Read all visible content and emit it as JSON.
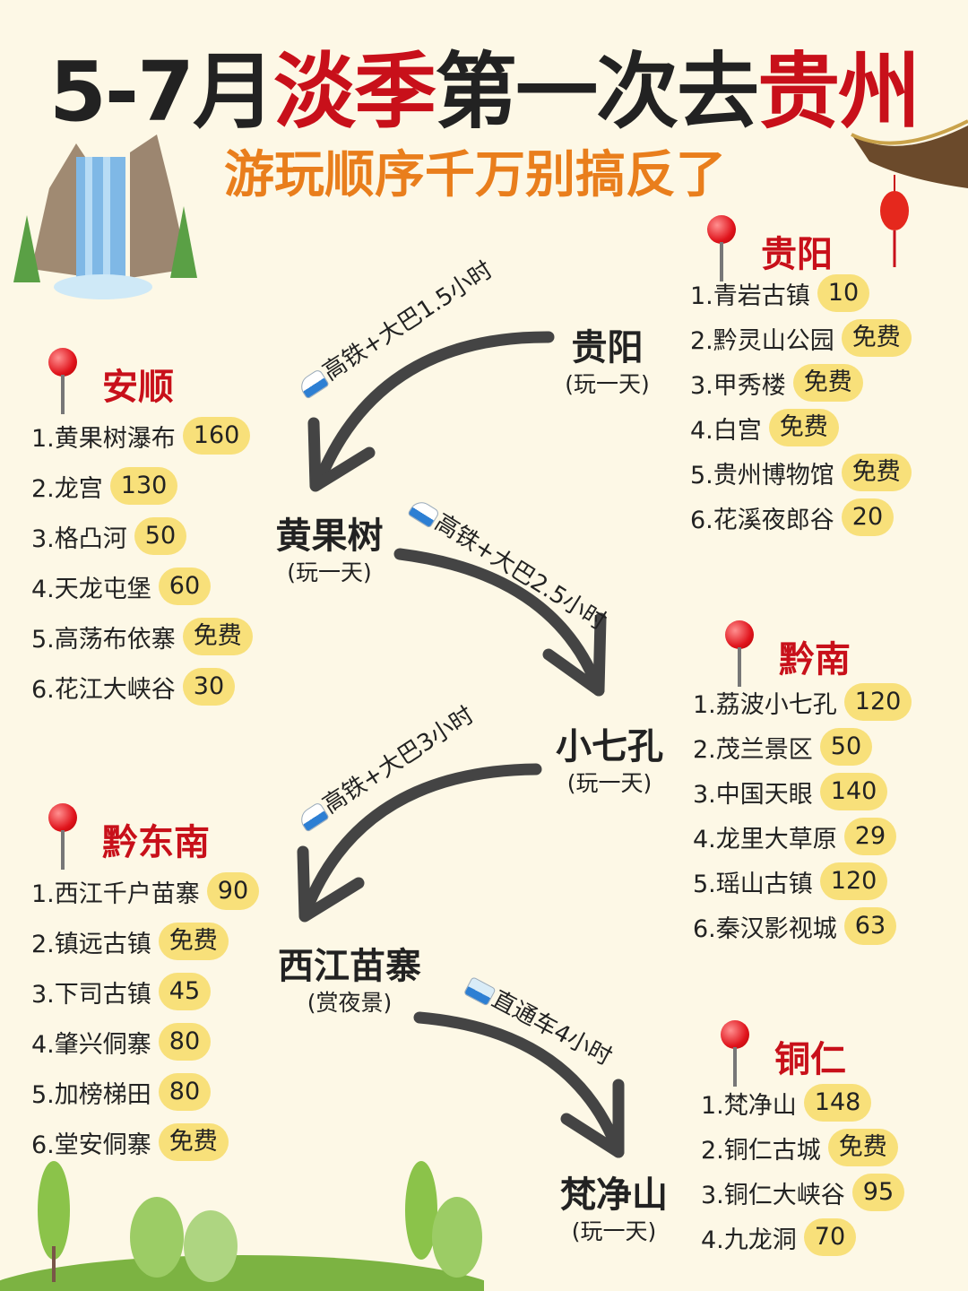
{
  "title": {
    "part1": "5-7月",
    "part2": "淡季",
    "part3": "第一次去",
    "part4": "贵州"
  },
  "subtitle": "游玩顺序千万别搞反了",
  "accent_red": "#c8101a",
  "accent_orange": "#e97e1c",
  "badge_color": "#f8e07a",
  "stops": [
    {
      "name": "贵阳",
      "note": "(玩一天)"
    },
    {
      "name": "黄果树",
      "note": "(玩一天)"
    },
    {
      "name": "小七孔",
      "note": "(玩一天)"
    },
    {
      "name": "西江苗寨",
      "note": "(赏夜景)"
    },
    {
      "name": "梵净山",
      "note": "(玩一天)"
    }
  ],
  "routes": [
    {
      "icon": "train-icon",
      "label": "高铁+大巴1.5小时"
    },
    {
      "icon": "train-icon",
      "label": "高铁+大巴2.5小时"
    },
    {
      "icon": "train-icon",
      "label": "高铁+大巴3小时"
    },
    {
      "icon": "bus-icon",
      "label": "直通车4小时"
    }
  ],
  "regions": {
    "guiyang": {
      "name": "贵阳",
      "items": [
        [
          "1.青岩古镇",
          "10"
        ],
        [
          "2.黔灵山公园",
          "免费"
        ],
        [
          "3.甲秀楼",
          "免费"
        ],
        [
          "4.白宫",
          "免费"
        ],
        [
          "5.贵州博物馆",
          "免费"
        ],
        [
          "6.花溪夜郎谷",
          "20"
        ]
      ]
    },
    "anshun": {
      "name": "安顺",
      "items": [
        [
          "1.黄果树瀑布",
          "160"
        ],
        [
          "2.龙宫",
          "130"
        ],
        [
          "3.格凸河",
          "50"
        ],
        [
          "4.天龙屯堡",
          "60"
        ],
        [
          "5.高荡布依寨",
          "免费"
        ],
        [
          "6.花江大峡谷",
          "30"
        ]
      ]
    },
    "qiannan": {
      "name": "黔南",
      "items": [
        [
          "1.荔波小七孔",
          "120"
        ],
        [
          "2.茂兰景区",
          "50"
        ],
        [
          "3.中国天眼",
          "140"
        ],
        [
          "4.龙里大草原",
          "29"
        ],
        [
          "5.瑶山古镇",
          "120"
        ],
        [
          "6.秦汉影视城",
          "63"
        ]
      ]
    },
    "qiandongnan": {
      "name": "黔东南",
      "items": [
        [
          "1.西江千户苗寨",
          "90"
        ],
        [
          "2.镇远古镇",
          "免费"
        ],
        [
          "3.下司古镇",
          "45"
        ],
        [
          "4.肇兴侗寨",
          "80"
        ],
        [
          "5.加榜梯田",
          "80"
        ],
        [
          "6.堂安侗寨",
          "免费"
        ]
      ]
    },
    "tongren": {
      "name": "铜仁",
      "items": [
        [
          "1.梵净山",
          "148"
        ],
        [
          "2.铜仁古城",
          "免费"
        ],
        [
          "3.铜仁大峡谷",
          "95"
        ],
        [
          "4.九龙洞",
          "70"
        ]
      ]
    }
  }
}
